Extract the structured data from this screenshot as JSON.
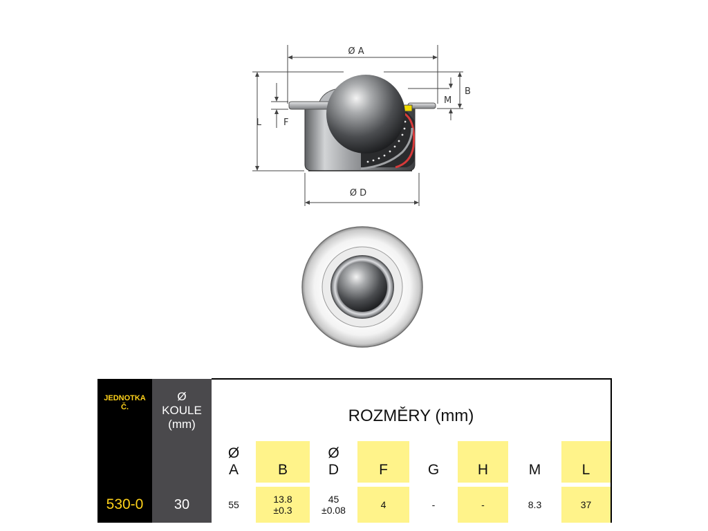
{
  "diagram": {
    "labels": {
      "dia_a": "Ø A",
      "dia_d": "Ø D",
      "b": "B",
      "m": "M",
      "l": "L",
      "f": "F"
    }
  },
  "table": {
    "unit_header": [
      "JEDNOTKA",
      "Č."
    ],
    "ball_header": [
      "Ø",
      "KOULE",
      "(mm)"
    ],
    "title": "ROZMĚRY (mm)",
    "columns": [
      {
        "symbol": "Ø",
        "name": "A",
        "highlight": false
      },
      {
        "symbol": "",
        "name": "B",
        "highlight": true
      },
      {
        "symbol": "Ø",
        "name": "D",
        "highlight": false
      },
      {
        "symbol": "",
        "name": "F",
        "highlight": true
      },
      {
        "symbol": "",
        "name": "G",
        "highlight": false
      },
      {
        "symbol": "",
        "name": "H",
        "highlight": true
      },
      {
        "symbol": "",
        "name": "M",
        "highlight": false
      },
      {
        "symbol": "",
        "name": "L",
        "highlight": true
      }
    ],
    "row": {
      "unit": "530-0",
      "ball": "30",
      "values": [
        [
          "55"
        ],
        [
          "13.8",
          "±0.3"
        ],
        [
          "45",
          "±0.08"
        ],
        [
          "4"
        ],
        [
          "-"
        ],
        [
          "-"
        ],
        [
          "8.3"
        ],
        [
          "37"
        ]
      ]
    }
  },
  "colors": {
    "unit_bg": "#000000",
    "unit_text": "#ffd21a",
    "ball_bg": "#4a494c",
    "highlight": "#fff38a",
    "seal_red": "#d63a3a",
    "seal_yellow": "#f2dc00"
  }
}
